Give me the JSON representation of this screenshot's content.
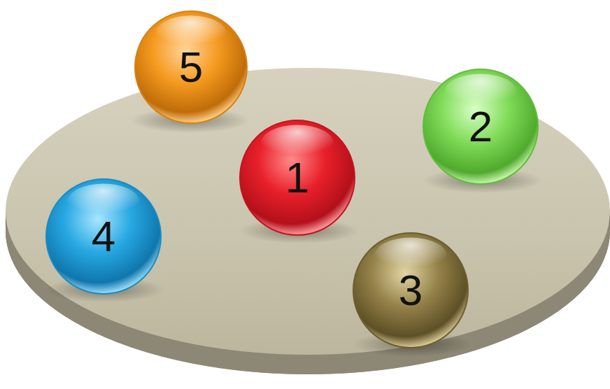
{
  "diagram": {
    "nodes": [
      {
        "text": [
          "5"
        ]
      },
      {
        "text": [
          "2"
        ]
      },
      {
        "text": [
          "1"
        ]
      },
      {
        "text": [
          "4"
        ]
      },
      {
        "text": [
          "3"
        ]
      }
    ]
  }
}
